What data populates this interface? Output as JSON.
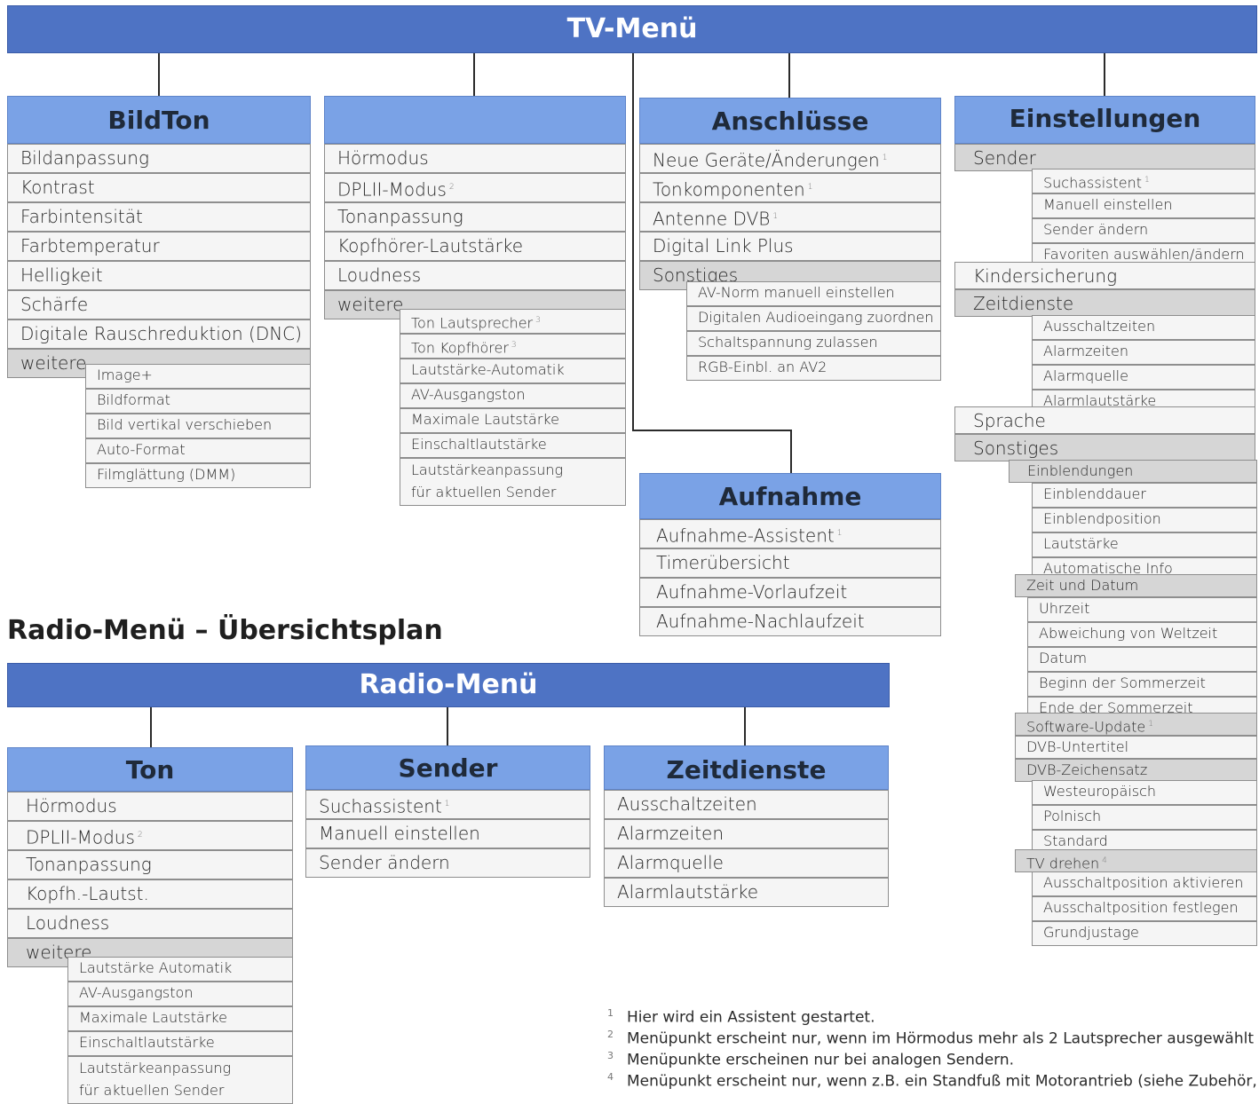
{
  "tv": {
    "title": "TV-Menü",
    "bildton": {
      "title": "BildTon",
      "items": [
        "Bildanpassung",
        "Kontrast",
        "Farbintensität",
        "Farbtemperatur",
        "Helligkeit",
        "Schärfe",
        "Digitale Rauschreduktion (DNC)",
        "weitere..."
      ],
      "sub": [
        "Image+",
        "Bildformat",
        "Bild vertikal verschieben",
        "Auto-Format",
        "Filmglättung (DMM)"
      ]
    },
    "ton": {
      "title": "",
      "items": [
        "Hörmodus",
        "DPLII-Modus",
        "Tonanpassung",
        "Kopfhörer-Lautstärke",
        "Loudness",
        "weitere..."
      ],
      "marks": [
        "",
        "2",
        "",
        "",
        "",
        ""
      ],
      "sub": [
        "Ton Lautsprecher",
        "Ton Kopfhörer",
        "Lautstärke-Automatik",
        "AV-Ausgangston",
        "Maximale Lautstärke",
        "Einschaltlautstärke",
        "Lautstärkeanpassung",
        "für aktuellen Sender"
      ],
      "sub_marks": [
        "3",
        "3",
        "",
        "",
        "",
        "",
        "",
        ""
      ]
    },
    "anschluesse": {
      "title": "Anschlüsse",
      "items": [
        "Neue Geräte/Änderungen",
        "Tonkomponenten",
        "Antenne DVB",
        "Digital Link Plus",
        "Sonstiges"
      ],
      "marks": [
        "1",
        "1",
        "1",
        "",
        ""
      ],
      "sub": [
        "AV-Norm manuell einstellen",
        "Digitalen Audioeingang zuordnen",
        "Schaltspannung zulassen",
        "RGB-Einbl. an AV2"
      ]
    },
    "aufnahme": {
      "title": "Aufnahme",
      "items": [
        "Aufnahme-Assistent",
        "Timerübersicht",
        "Aufnahme-Vorlaufzeit",
        "Aufnahme-Nachlaufzeit"
      ],
      "marks": [
        "1",
        "",
        "",
        ""
      ]
    },
    "einstellungen": {
      "title": "Einstellungen",
      "sender": "Sender",
      "sender_sub": [
        "Suchassistent",
        "Manuell einstellen",
        "Sender ändern",
        "Favoriten auswählen/ändern"
      ],
      "sender_sub_marks": [
        "1",
        "",
        "",
        ""
      ],
      "kindersicherung": "Kindersicherung",
      "zeitdienste": "Zeitdienste",
      "zeit_sub": [
        "Ausschaltzeiten",
        "Alarmzeiten",
        "Alarmquelle",
        "Alarmlautstärke"
      ],
      "sprache": "Sprache",
      "sonstiges": "Sonstiges",
      "einblendungen": "Einblendungen",
      "einbl_sub": [
        "Einblenddauer",
        "Einblendposition",
        "Lautstärke",
        "Automatische Info"
      ],
      "zeit_und_datum": "Zeit und Datum",
      "zud_sub": [
        "Uhrzeit",
        "Abweichung von Weltzeit",
        "Datum",
        "Beginn der Sommerzeit",
        "Ende der Sommerzeit"
      ],
      "software_update": "Software-Update",
      "software_update_mark": "1",
      "dvb_untertitel": "DVB-Untertitel",
      "dvb_zeichensatz": "DVB-Zeichensatz",
      "dvb_sub": [
        "Westeuropäisch",
        "Polnisch",
        "Standard"
      ],
      "tv_drehen": "TV drehen",
      "tv_drehen_mark": "4",
      "drehen_sub": [
        "Ausschaltposition aktivieren",
        "Ausschaltposition festlegen",
        "Grundjustage"
      ]
    }
  },
  "radio": {
    "heading": "Radio-Menü – Übersichtsplan",
    "title": "Radio-Menü",
    "ton": {
      "title": "Ton",
      "items": [
        "Hörmodus",
        "DPLII-Modus",
        "Tonanpassung",
        "Kopfh.-Lautst.",
        "Loudness",
        "weitere..."
      ],
      "marks": [
        "",
        "2",
        "",
        "",
        "",
        ""
      ],
      "sub": [
        "Lautstärke Automatik",
        "AV-Ausgangston",
        "Maximale Lautstärke",
        "Einschaltlautstärke",
        "Lautstärkeanpassung",
        "für aktuellen Sender"
      ]
    },
    "sender": {
      "title": "Sender",
      "items": [
        "Suchassistent",
        "Manuell einstellen",
        "Sender ändern"
      ],
      "marks": [
        "1",
        "",
        ""
      ]
    },
    "zeitdienste": {
      "title": "Zeitdienste",
      "items": [
        "Ausschaltzeiten",
        "Alarmzeiten",
        "Alarmquelle",
        "Alarmlautstärke"
      ]
    }
  },
  "footnotes": {
    "marks": [
      "1",
      "2",
      "3",
      "4"
    ],
    "texts": [
      "Hier wird ein Assistent gestartet.",
      "Menüpunkt erscheint nur, wenn im Hörmodus mehr als 2 Lautsprecher ausgewählt w",
      "Menüpunkte erscheinen nur bei analogen Sendern.",
      "Menüpunkt erscheint nur, wenn z.B. ein Standfuß mit Motorantrieb (siehe Zubehör,"
    ]
  }
}
